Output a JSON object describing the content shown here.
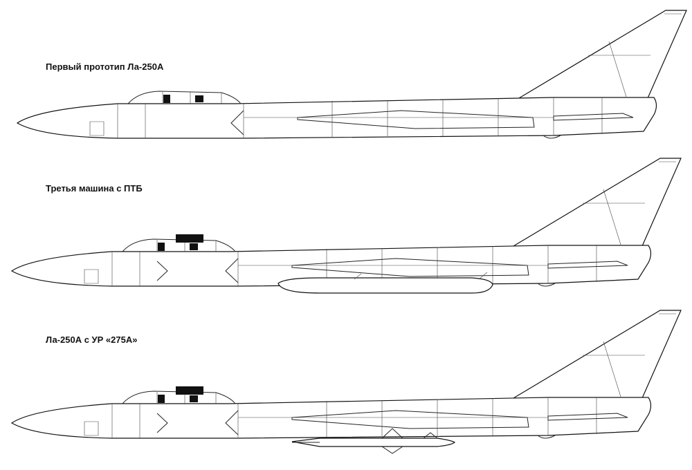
{
  "drawing": {
    "variants": [
      {
        "caption": "Первый прототип Ла-250А"
      },
      {
        "caption": "Третья машина с ПТБ"
      },
      {
        "caption": "Ла-250А с УР «275А»"
      }
    ]
  }
}
